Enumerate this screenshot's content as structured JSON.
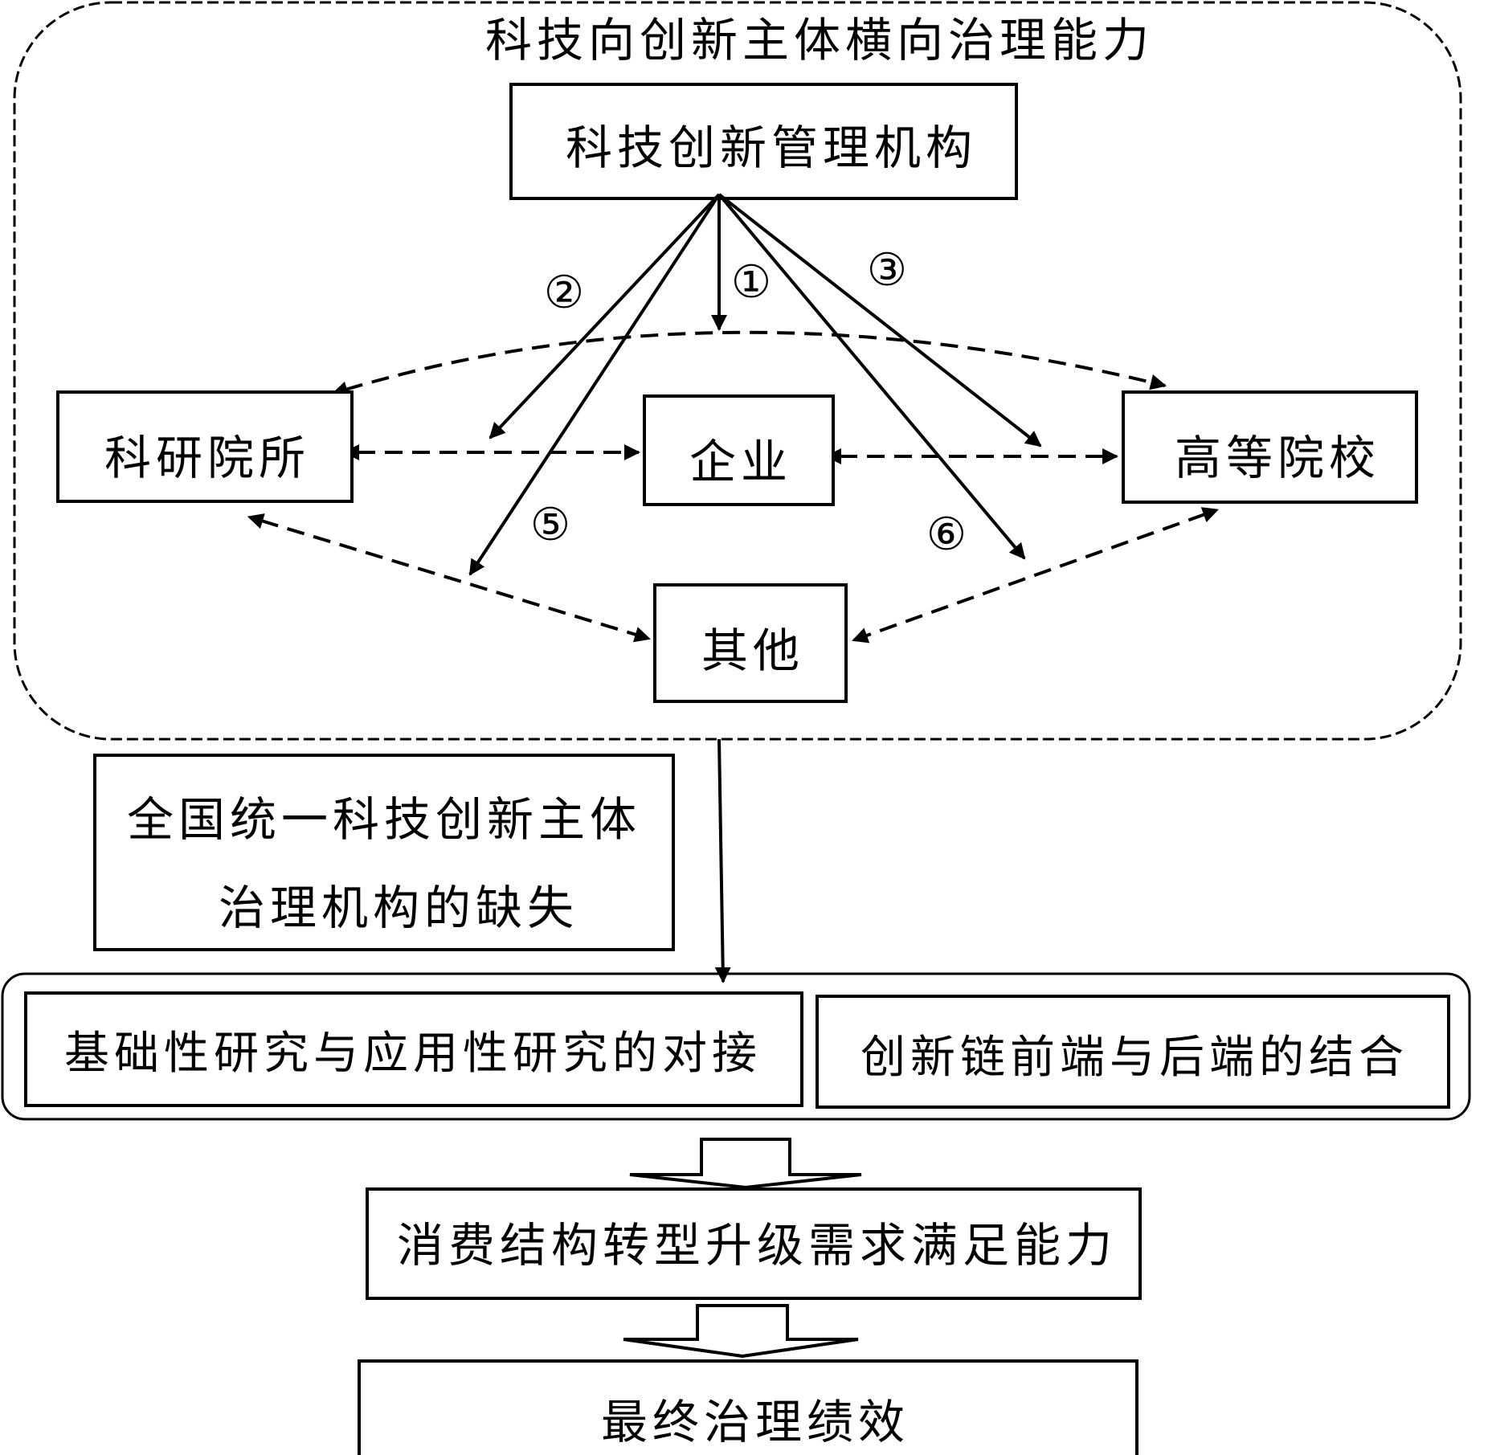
{
  "colors": {
    "stroke": "#000000",
    "background": "#ffffff"
  },
  "frame": {
    "title": "科技向创新主体横向治理能力"
  },
  "nodes": {
    "management": "科技创新管理机构",
    "research_institutes": "科研院所",
    "enterprise": "企业",
    "universities": "高等院校",
    "others": "其他"
  },
  "markers": {
    "m1": "①",
    "m2": "②",
    "m3": "③",
    "m5": "⑤",
    "m6": "⑥"
  },
  "gap_box": {
    "line1": "全国统一科技创新主体",
    "line2": "治理机构的缺失"
  },
  "link_boxes": {
    "left": "基础性研究与应用性研究的对接",
    "right": "创新链前端与后端的结合"
  },
  "demand_box": "消费结构转型升级需求满足能力",
  "performance_box": "最终治理绩效"
}
